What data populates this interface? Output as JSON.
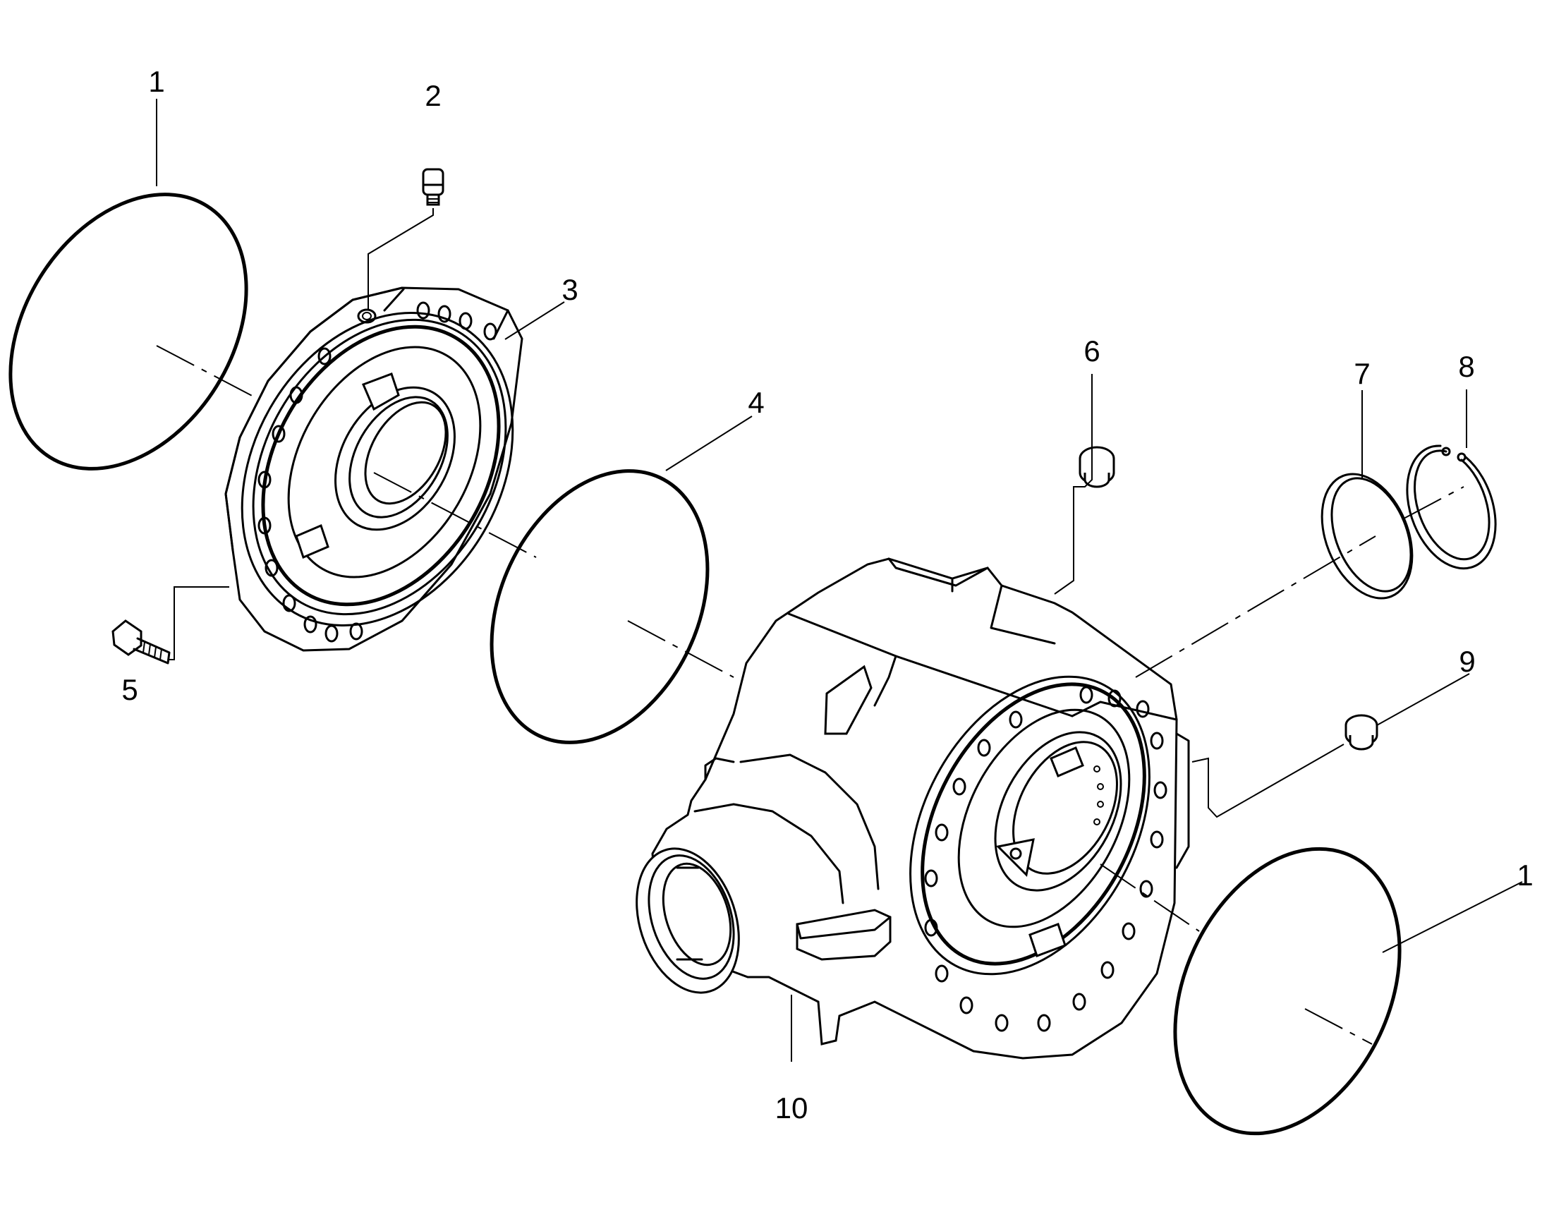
{
  "callouts": [
    {
      "id": "c1a",
      "label": "1"
    },
    {
      "id": "c2",
      "label": "2"
    },
    {
      "id": "c3",
      "label": "3"
    },
    {
      "id": "c4",
      "label": "4"
    },
    {
      "id": "c5",
      "label": "5"
    },
    {
      "id": "c6",
      "label": "6"
    },
    {
      "id": "c7",
      "label": "7"
    },
    {
      "id": "c8",
      "label": "8"
    },
    {
      "id": "c9",
      "label": "9"
    },
    {
      "id": "c1b",
      "label": "1"
    },
    {
      "id": "c10",
      "label": "10"
    }
  ]
}
